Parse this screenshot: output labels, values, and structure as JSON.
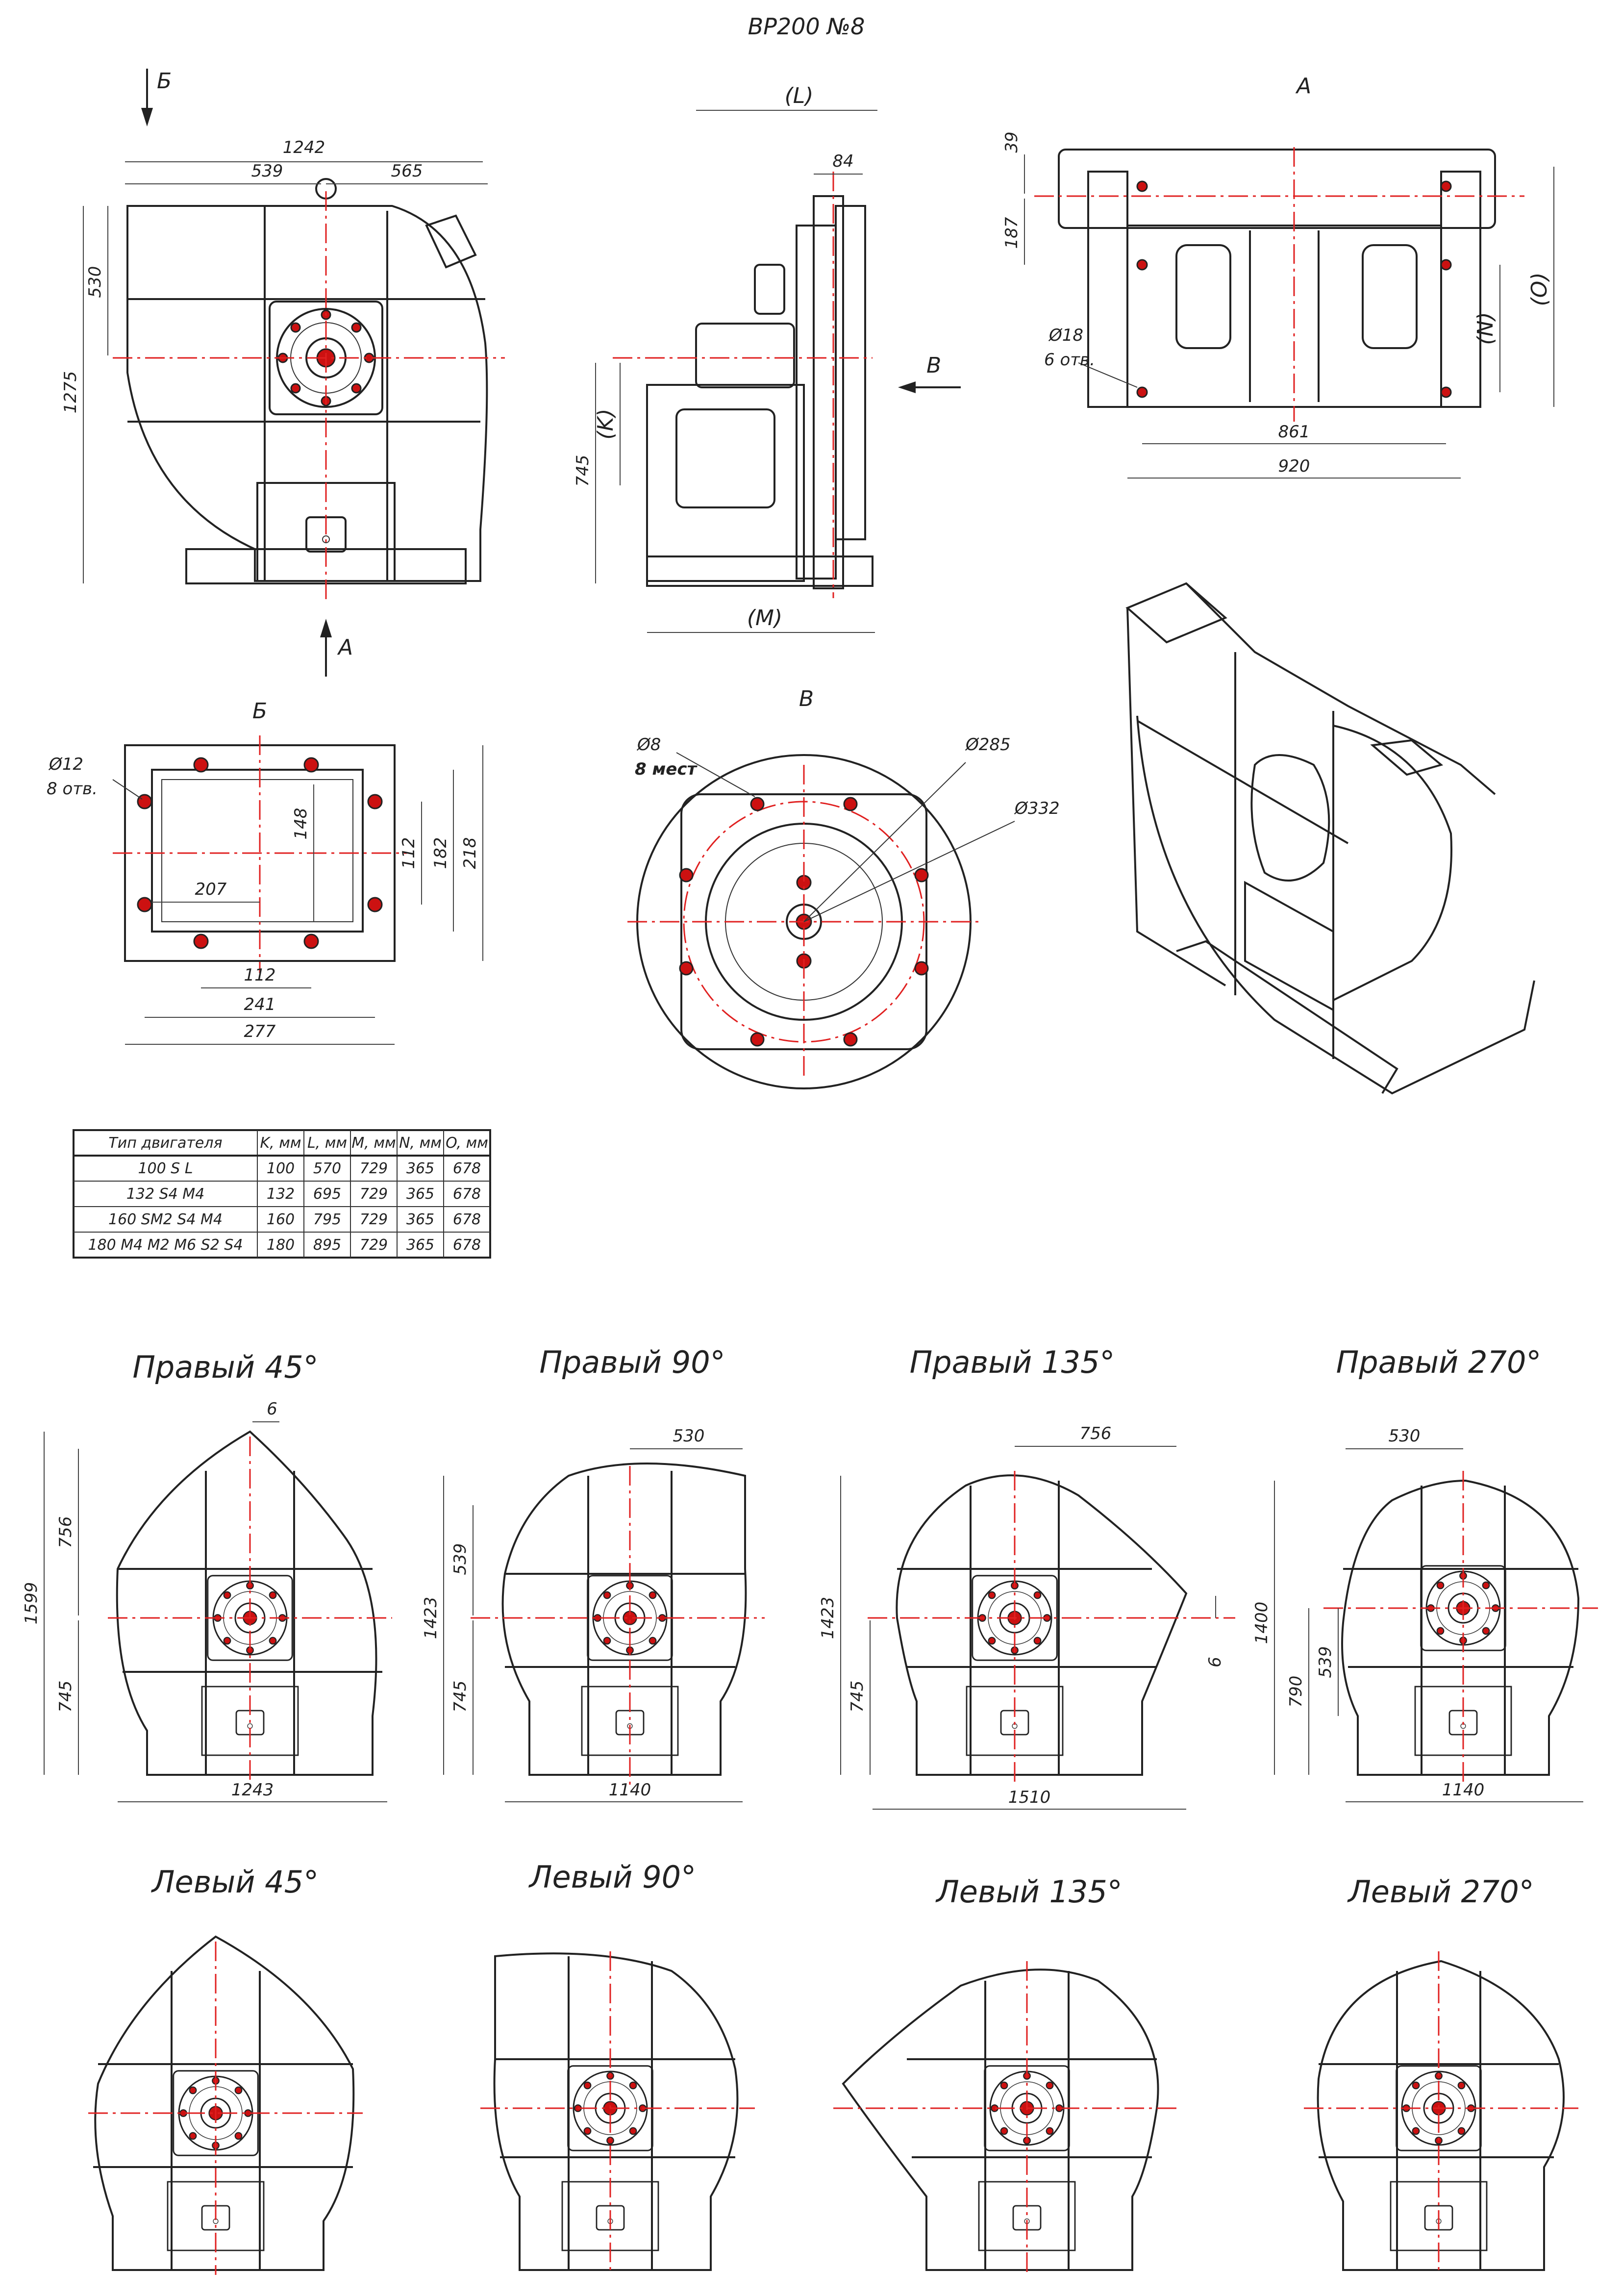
{
  "title": "ВР200 №8",
  "views": {
    "front": {
      "dims": [
        "1242",
        "539",
        "565",
        "530",
        "1275"
      ],
      "arrows": [
        "Б",
        "А"
      ]
    },
    "side": {
      "dims": [
        "(L)",
        "84",
        "(K)",
        "745",
        "(M)"
      ],
      "arrow": "В"
    },
    "top": {
      "label": "А",
      "dims": [
        "39",
        "187",
        "(N)",
        "(O)",
        "861",
        "920"
      ],
      "hole_note": [
        "Ø18",
        "6 отв."
      ]
    },
    "flange_b": {
      "label": "Б",
      "dims": [
        "148",
        "112",
        "182",
        "218",
        "207",
        "112",
        "241",
        "277"
      ],
      "hole_note": [
        "Ø12",
        "8 отв."
      ]
    },
    "flange_v": {
      "label": "В",
      "dims": [
        "Ø285",
        "Ø332"
      ],
      "hole_note": [
        "Ø8",
        "8 мест"
      ]
    }
  },
  "table": {
    "headers": [
      "Тип двигателя",
      "K, мм",
      "L, мм",
      "M, мм",
      "N, мм",
      "O, мм"
    ],
    "rows": [
      [
        "100 S L",
        "100",
        "570",
        "729",
        "365",
        "678"
      ],
      [
        "132 S4 M4",
        "132",
        "695",
        "729",
        "365",
        "678"
      ],
      [
        "160 SM2 S4 M4",
        "160",
        "795",
        "729",
        "365",
        "678"
      ],
      [
        "180 M4 M2 M6 S2 S4",
        "180",
        "895",
        "729",
        "365",
        "678"
      ]
    ]
  },
  "variants": {
    "right": [
      {
        "title": "Правый 45°",
        "dims": [
          "6",
          "756",
          "745",
          "1599",
          "1243"
        ]
      },
      {
        "title": "Правый 90°",
        "dims": [
          "530",
          "539",
          "745",
          "1423",
          "1140"
        ]
      },
      {
        "title": "Правый 135°",
        "dims": [
          "756",
          "745",
          "1423",
          "6",
          "1510"
        ]
      },
      {
        "title": "Правый 270°",
        "dims": [
          "530",
          "539",
          "790",
          "1400",
          "1140"
        ]
      }
    ],
    "left": [
      {
        "title": "Левый 45°"
      },
      {
        "title": "Левый 90°"
      },
      {
        "title": "Левый 135°"
      },
      {
        "title": "Левый 270°"
      }
    ]
  },
  "colors": {
    "line": "#222222",
    "axis": "#e02020",
    "hole": "#cc1111"
  }
}
